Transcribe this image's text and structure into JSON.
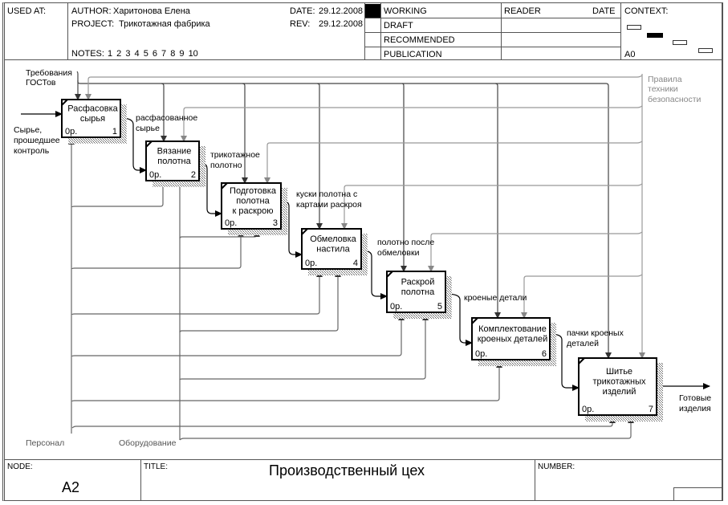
{
  "header": {
    "used_at_label": "USED AT:",
    "author_label": "AUTHOR:",
    "author": "Харитонова Елена",
    "project_label": "PROJECT:",
    "project": "Трикотажная фабрика",
    "date_label": "DATE:",
    "date": "29.12.2008",
    "rev_label": "REV:",
    "rev": "29.12.2008",
    "notes_label": "NOTES:",
    "notes": "1 2 3 4 5 6 7 8 9 10",
    "status": [
      "WORKING",
      "DRAFT",
      "RECOMMENDED",
      "PUBLICATION"
    ],
    "active_status": "WORKING",
    "reader_label": "READER",
    "reader_date_label": "DATE",
    "context_label": "CONTEXT:",
    "context_node": "A0"
  },
  "footer": {
    "node_label": "NODE:",
    "node": "A2",
    "title_label": "TITLE:",
    "title": "Производственный цех",
    "number_label": "NUMBER:"
  },
  "diagram": {
    "boxes": [
      {
        "num": "1",
        "cost": "0р.",
        "lines": [
          "Расфасовка",
          "сырья"
        ]
      },
      {
        "num": "2",
        "cost": "0р.",
        "lines": [
          "Вязание",
          "полотна"
        ]
      },
      {
        "num": "3",
        "cost": "0р.",
        "lines": [
          "Подготовка",
          "полотна",
          "к раскрою"
        ]
      },
      {
        "num": "4",
        "cost": "0р.",
        "lines": [
          "Обмеловка",
          "настила"
        ]
      },
      {
        "num": "5",
        "cost": "0р.",
        "lines": [
          "Раскрой",
          "полотна"
        ]
      },
      {
        "num": "6",
        "cost": "0р.",
        "lines": [
          "Комплектование",
          "кроеных деталей"
        ]
      },
      {
        "num": "7",
        "cost": "0р.",
        "lines": [
          "Шитье",
          "трикотажных",
          "изделий"
        ]
      }
    ],
    "arrows": {
      "input": [
        "Сырье,",
        "прошедшее",
        "контроль"
      ],
      "output": [
        "Готовые",
        "изделия"
      ],
      "control_gost": [
        "Требования",
        "ГОСТов"
      ],
      "control_safety": [
        "Правила",
        "техники",
        "безопасности"
      ],
      "mech_staff": "Персонал",
      "mech_equipment": "Оборудование",
      "flow": [
        [
          "расфасованное",
          "сырье"
        ],
        [
          "трикотажное",
          "полотно"
        ],
        [
          "куски полотна с",
          "картами раскроя"
        ],
        [
          "полотно после",
          "обмеловки"
        ],
        [
          "кроеные детали"
        ],
        [
          "пачки кроеных",
          "деталей"
        ]
      ]
    }
  }
}
